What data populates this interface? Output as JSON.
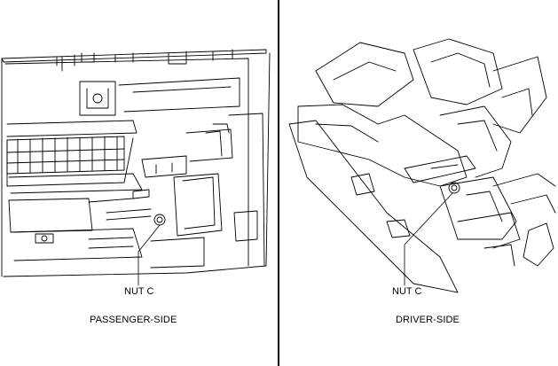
{
  "left_panel": {
    "callout": "NUT C",
    "caption": "PASSENGER-SIDE"
  },
  "right_panel": {
    "callout": "NUT C",
    "caption": "DRIVER-SIDE"
  },
  "colors": {
    "line": "#000000",
    "background": "#ffffff"
  }
}
